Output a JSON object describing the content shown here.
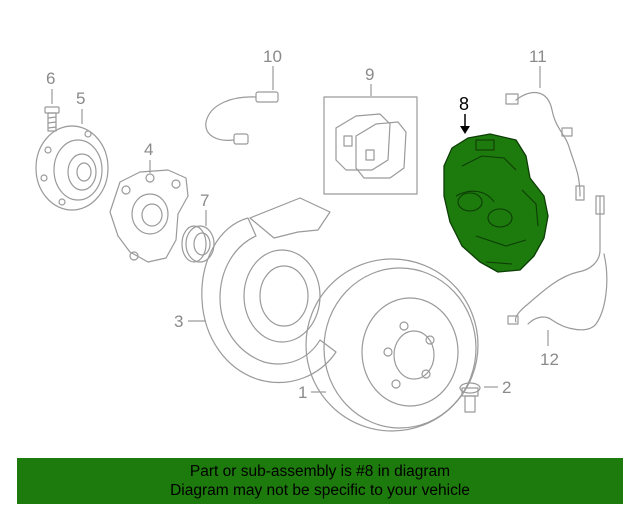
{
  "diagram": {
    "callouts": {
      "c1": "1",
      "c2": "2",
      "c3": "3",
      "c4": "4",
      "c5": "5",
      "c6": "6",
      "c7": "7",
      "c8": "8",
      "c9": "9",
      "c10": "10",
      "c11": "11",
      "c12": "12"
    },
    "highlighted_part": "8",
    "highlight_color": "#1d7a0c"
  },
  "banner": {
    "line1": "Part or sub-assembly is #8 in diagram",
    "line2": "Diagram may not be specific to your vehicle",
    "background": "#1d7a0c"
  }
}
